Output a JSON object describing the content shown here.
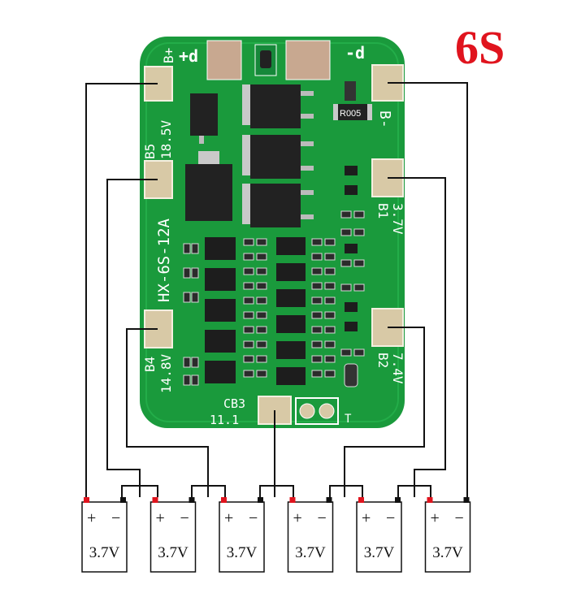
{
  "title": "6S",
  "colors": {
    "title": "#e0141e",
    "pcb": "#1a9a3c",
    "pcb_dark": "#0f7a2c",
    "silk": "#ffffff",
    "pad": "#d8c9a6",
    "wire": "#111111",
    "pos_terminal": "#e0141e",
    "neg_terminal": "#111111"
  },
  "board": {
    "model_label": "HX-6S-12A",
    "pads": {
      "b_plus": "B+",
      "b_minus": "B-",
      "b5": "B5",
      "b5_voltage": "18.5V",
      "b4": "B4",
      "b4_voltage": "14.8V",
      "b3": "CB3",
      "b3_voltage": "11.1",
      "b2": "B2",
      "b2_voltage": "7.4V",
      "b1": "B1",
      "b1_voltage": "3.7V"
    },
    "plus_d": "+d",
    "minus_d": "-d",
    "resistor_code": "R005",
    "t_label": "T"
  },
  "cells": [
    {
      "plus": "+",
      "minus": "−",
      "voltage": "3.7V"
    },
    {
      "plus": "+",
      "minus": "−",
      "voltage": "3.7V"
    },
    {
      "plus": "+",
      "minus": "−",
      "voltage": "3.7V"
    },
    {
      "plus": "+",
      "minus": "−",
      "voltage": "3.7V"
    },
    {
      "plus": "+",
      "minus": "−",
      "voltage": "3.7V"
    },
    {
      "plus": "+",
      "minus": "−",
      "voltage": "3.7V"
    }
  ]
}
